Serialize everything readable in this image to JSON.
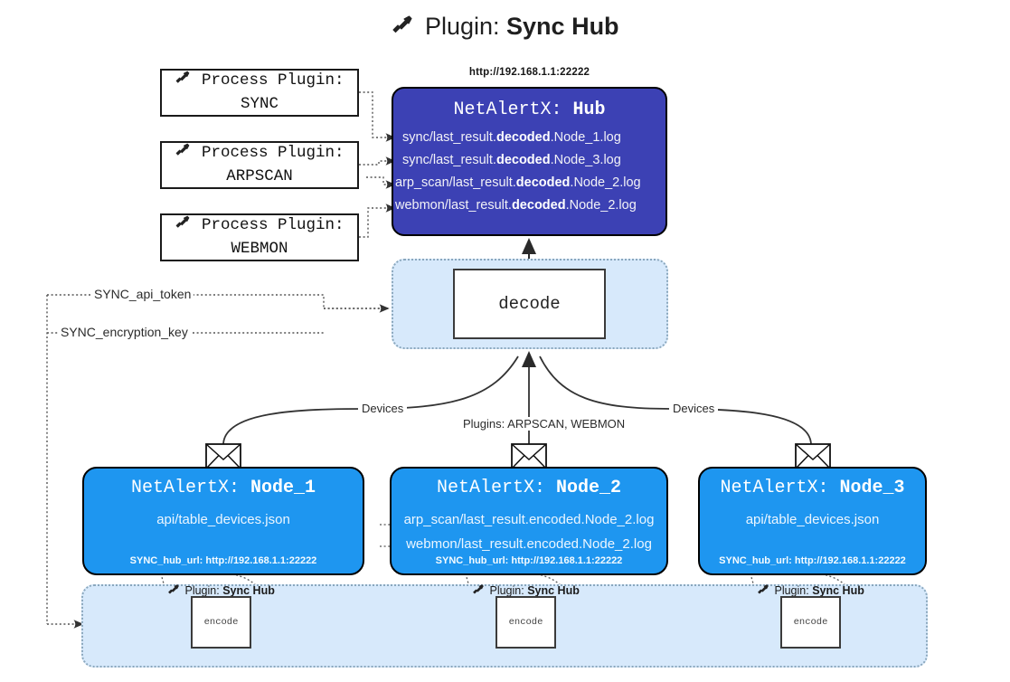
{
  "title": {
    "icon": "plug-icon",
    "prefix": "Plugin:",
    "name": "Sync Hub"
  },
  "process_plugins": [
    {
      "icon": "plug-icon",
      "line1": "Process Plugin:",
      "line2": "SYNC"
    },
    {
      "icon": "plug-icon",
      "line1": "Process Plugin:",
      "line2": "ARPSCAN"
    },
    {
      "icon": "plug-icon",
      "line1": "Process Plugin:",
      "line2": "WEBMON"
    }
  ],
  "hub": {
    "url": "http://192.168.1.1:22222",
    "title_prefix": "NetAlertX:",
    "title_name": "Hub",
    "logs": [
      {
        "pre": "sync/last_result.",
        "mid": "decoded",
        "post": ".Node_1.log"
      },
      {
        "pre": "sync/last_result.",
        "mid": "decoded",
        "post": ".Node_3.log"
      },
      {
        "pre": "arp_scan/last_result.",
        "mid": "decoded",
        "post": ".Node_2.log"
      },
      {
        "pre": "webmon/last_result.",
        "mid": "decoded",
        "post": ".Node_2.log"
      }
    ]
  },
  "decode": {
    "label": "decode"
  },
  "keys": {
    "api_token": "SYNC_api_token",
    "encryption_key": "SYNC_encryption_key"
  },
  "edge_labels": {
    "left_devices": "Devices",
    "center_plugins": "Plugins: ARPSCAN, WEBMON",
    "right_devices": "Devices"
  },
  "nodes": [
    {
      "title_prefix": "NetAlertX:",
      "title_name": "Node_1",
      "lines": [
        "api/table_devices.json"
      ],
      "footer": "SYNC_hub_url: http://192.168.1.1:22222",
      "mail_icon": "envelope-icon"
    },
    {
      "title_prefix": "NetAlertX:",
      "title_name": "Node_2",
      "lines": [
        "arp_scan/last_result.encoded.Node_2.log",
        "webmon/last_result.encoded.Node_2.log"
      ],
      "footer": "SYNC_hub_url: http://192.168.1.1:22222",
      "mail_icon": "envelope-icon"
    },
    {
      "title_prefix": "NetAlertX:",
      "title_name": "Node_3",
      "lines": [
        "api/table_devices.json"
      ],
      "footer": "SYNC_hub_url: http://192.168.1.1:22222",
      "mail_icon": "envelope-icon"
    }
  ],
  "encoders": [
    {
      "icon": "plug-icon",
      "prefix": "Plugin:",
      "name": "Sync Hub",
      "box_label": "encode"
    },
    {
      "icon": "plug-icon",
      "prefix": "Plugin:",
      "name": "Sync Hub",
      "box_label": "encode"
    },
    {
      "icon": "plug-icon",
      "prefix": "Plugin:",
      "name": "Sync Hub",
      "box_label": "encode"
    }
  ],
  "colors": {
    "hub_fill": "#3c41b4",
    "node_fill": "#1e96f0",
    "region_fill": "#d7e9fb",
    "region_border": "#8aa7bd",
    "stroke": "#000000"
  }
}
